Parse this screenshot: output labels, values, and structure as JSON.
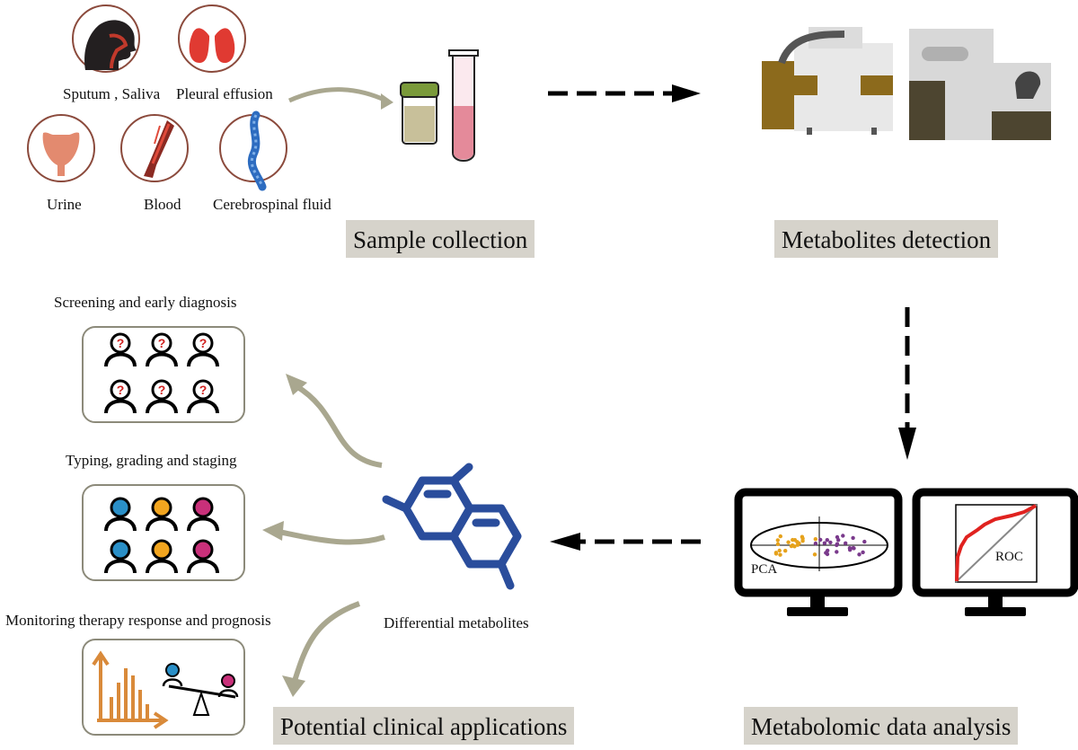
{
  "sample_sources": {
    "sputum_saliva": "Sputum , Saliva",
    "pleural_effusion": "Pleural effusion",
    "urine": "Urine",
    "blood": "Blood",
    "csf": "Cerebrospinal fluid"
  },
  "stages": {
    "sample_collection": "Sample collection",
    "metabolites_detection": "Metabolites  detection",
    "data_analysis": "Metabolomic data analysis",
    "clinical_applications": "Potential  clinical  applications"
  },
  "analysis_labels": {
    "pca": "PCA",
    "roc": "ROC"
  },
  "center_label": "Differential metabolites",
  "applications": {
    "screening": "Screening and early diagnosis",
    "typing": "Typing, grading and staging",
    "monitoring": "Monitoring  therapy response and prognosis"
  },
  "colors": {
    "circle_border": "#8b4a3c",
    "arrow_gray": "#a9a78f",
    "molecule_blue": "#2a4d9c",
    "pca_orange": "#e6a21c",
    "pca_purple": "#7a3a8c",
    "roc_red": "#e0221f",
    "patient_blue": "#2a8fc7",
    "patient_orange": "#f2a51f",
    "patient_pink": "#c9307a",
    "bar_orange": "#d98a3a",
    "label_bg": "#d6d3cb"
  }
}
